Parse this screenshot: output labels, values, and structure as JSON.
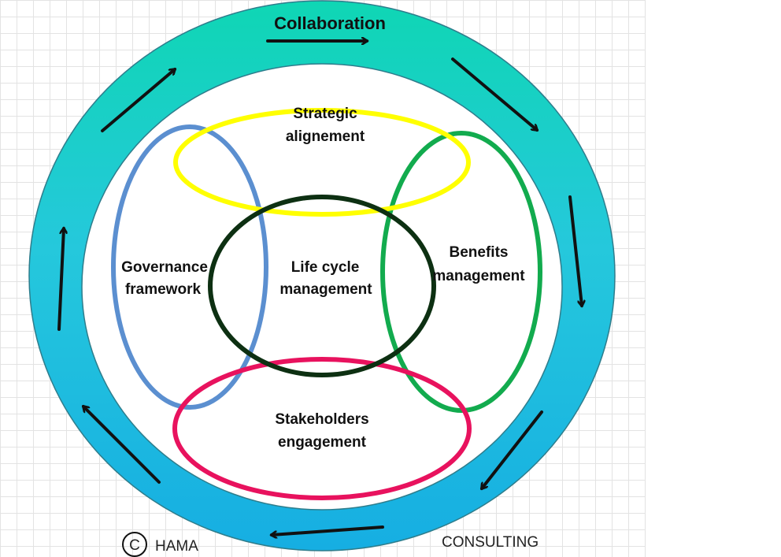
{
  "diagram": {
    "ring_label": "Collaboration",
    "strategic": [
      "Strategic",
      "alignement"
    ],
    "governance": [
      "Governance",
      "framework"
    ],
    "lifecycle": [
      "Life cycle",
      "management"
    ],
    "benefits": [
      "Benefits",
      "management"
    ],
    "stakeholders": [
      "Stakeholders",
      "engagement"
    ],
    "copyright_symbol": "C",
    "brand_left": "HAMA",
    "brand_right": "CONSULTING",
    "colors": {
      "ring_top": "#0fd6b4",
      "ring_mid": "#25c8dc",
      "ring_bottom": "#16aee2",
      "ring_border": "#2e7d8c",
      "strategic": "#ffff00",
      "governance": "#5b8fd0",
      "lifecycle": "#0d3012",
      "benefits": "#12ab4e",
      "stakeholders": "#e8125e",
      "arrows": "#111111"
    }
  }
}
